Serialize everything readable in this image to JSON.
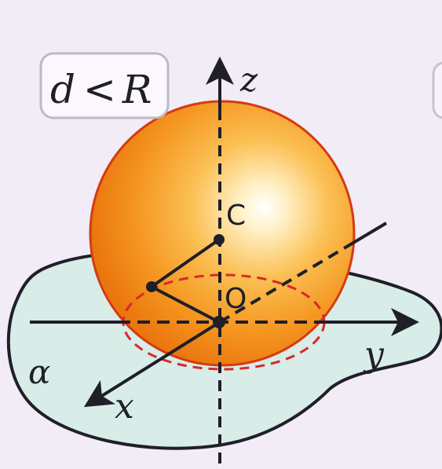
{
  "condition": {
    "d": "d",
    "op": "<",
    "R": "R",
    "color_d": "#cc2331",
    "color_R": "#cc2331"
  },
  "axes": {
    "x": "x",
    "y": "y",
    "z": "z"
  },
  "points": {
    "C": "C",
    "O": "O"
  },
  "plane": {
    "label": "α"
  },
  "colors": {
    "background": "#f1ecf5",
    "plane_fill": "#d8ece8",
    "plane_stroke": "#1f1f28",
    "sphere_outline": "#d63a12",
    "sphere_light": "#fff7e0",
    "sphere_mid": "#f6a12a",
    "sphere_dark": "#ea7a10",
    "circle_dash": "#d62a2a",
    "badge_stroke": "#bfb8c6"
  }
}
